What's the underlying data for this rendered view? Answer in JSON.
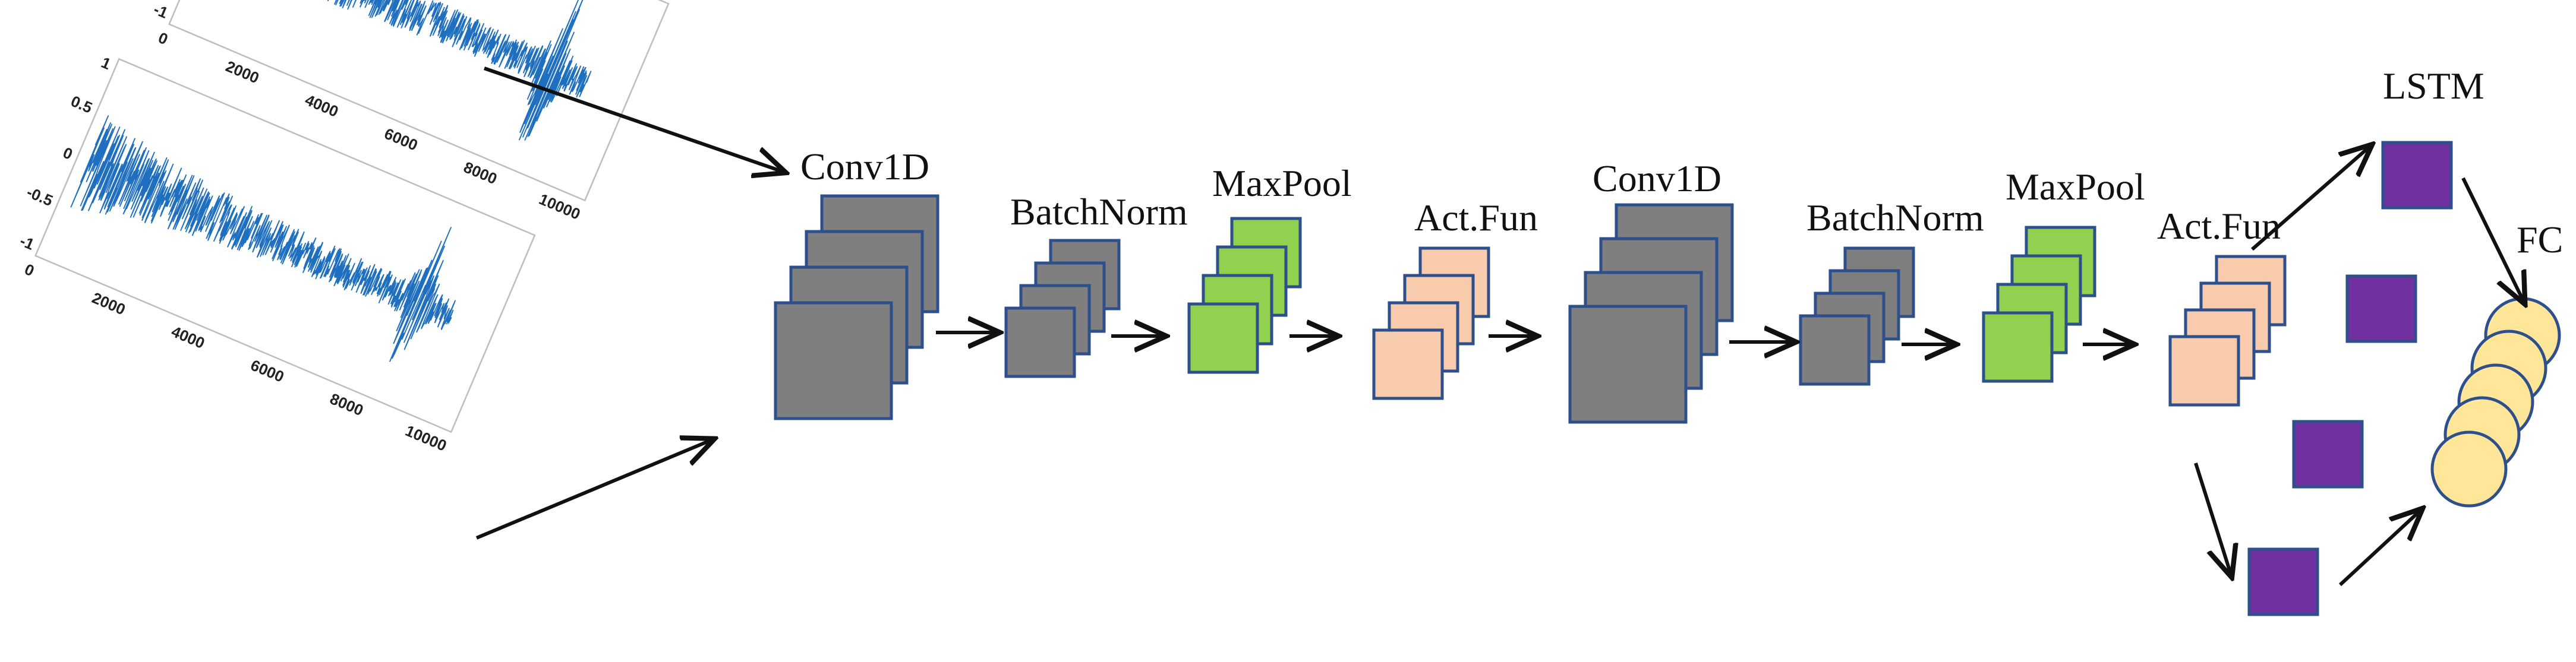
{
  "signal_plot": {
    "y_ticks": [
      "1",
      "0.5",
      "0",
      "-0.5",
      "-1"
    ],
    "x_ticks": [
      "0",
      "2000",
      "4000",
      "6000",
      "8000",
      "10000"
    ],
    "trace_color": "#1f6fc0"
  },
  "stages": [
    {
      "label": "Conv1D",
      "kind": "conv",
      "color": "#7f7f7f"
    },
    {
      "label": "BatchNorm",
      "kind": "batchnorm",
      "color": "#7f7f7f"
    },
    {
      "label": "MaxPool",
      "kind": "maxpool",
      "color": "#92d050"
    },
    {
      "label": "Act.Fun",
      "kind": "activation",
      "color": "#f8cbad"
    },
    {
      "label": "Conv1D",
      "kind": "conv",
      "color": "#7f7f7f"
    },
    {
      "label": "BatchNorm",
      "kind": "batchnorm",
      "color": "#7f7f7f"
    },
    {
      "label": "MaxPool",
      "kind": "maxpool",
      "color": "#92d050"
    },
    {
      "label": "Act.Fun",
      "kind": "activation",
      "color": "#f8cbad"
    }
  ],
  "lstm": {
    "label": "LSTM",
    "color": "#7030a0"
  },
  "fc": {
    "label": "FC",
    "color": "#ffe699"
  },
  "border_color": "#2d4f8c"
}
